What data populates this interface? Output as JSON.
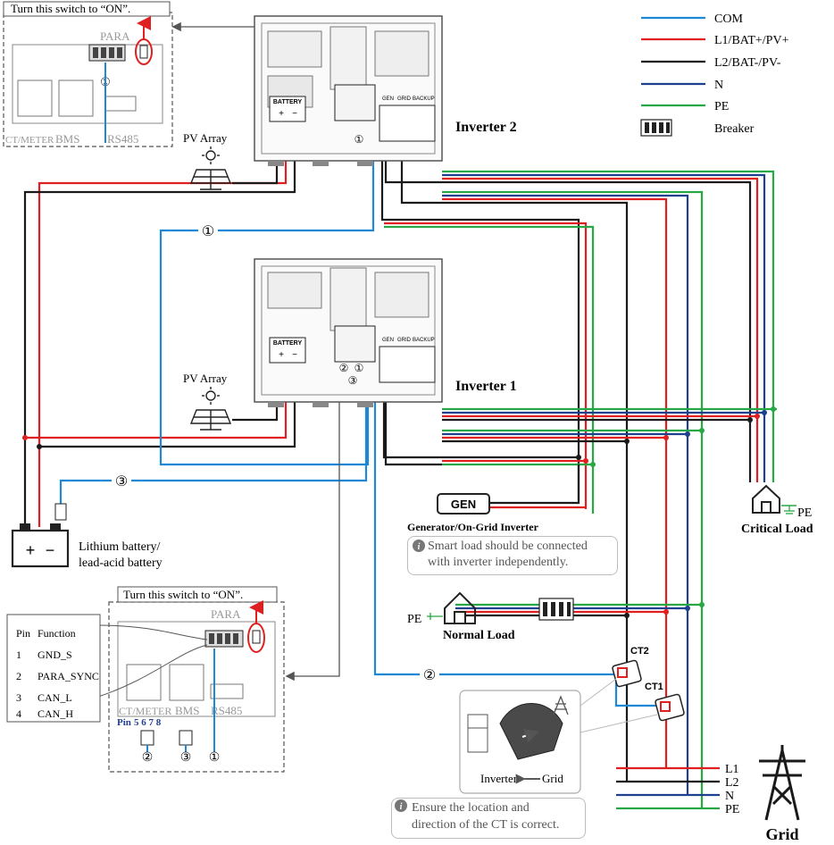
{
  "legend": {
    "items": [
      {
        "label": "COM",
        "color": "#1e88d6"
      },
      {
        "label": "L1/BAT+/PV+",
        "color": "#e02020"
      },
      {
        "label": "L2/BAT-/PV-",
        "color": "#1a1a1a"
      },
      {
        "label": "N",
        "color": "#1f3f8f"
      },
      {
        "label": "PE",
        "color": "#27a844"
      }
    ],
    "breaker_label": "Breaker"
  },
  "inverters": [
    {
      "name": "Inverter 2",
      "battery_label": "BATTERY",
      "terminal_labels": [
        "GEN",
        "GRID",
        "BACKUP"
      ]
    },
    {
      "name": "Inverter 1",
      "battery_label": "BATTERY",
      "terminal_labels": [
        "GEN",
        "GRID",
        "BACKUP"
      ]
    }
  ],
  "pv_label": "PV Array",
  "markers": {
    "one": "①",
    "two": "②",
    "three": "③"
  },
  "top_callout": {
    "title": "Turn this switch to “ON”.",
    "para_label": "PARA",
    "ct_meter_label": "CT/METER",
    "bms_label": "BMS",
    "rs485_label": "RS485"
  },
  "bottom_callout": {
    "title": "Turn this switch to “ON”.",
    "para_label": "PARA",
    "ct_meter_label": "CT/METER",
    "bms_label": "BMS",
    "rs485_label": "RS485",
    "pin_prefix": "Pin",
    "pin_numbers": "5 6 7 8"
  },
  "pin_table": {
    "header_pin": "Pin",
    "header_function": "Function",
    "rows": [
      {
        "pin": "1",
        "function": "GND_S"
      },
      {
        "pin": "2",
        "function": "PARA_SYNC"
      },
      {
        "pin": "3",
        "function": "CAN_L"
      },
      {
        "pin": "4",
        "function": "CAN_H"
      }
    ]
  },
  "battery": {
    "line1": "Lithium battery/",
    "line2": "lead-acid battery"
  },
  "generator": {
    "badge": "GEN",
    "caption": "Generator/On-Grid Inverter"
  },
  "smart_load_note": {
    "line1": "Smart load should be connected",
    "line2": "with inverter independently."
  },
  "critical_load": {
    "label": "Critical Load",
    "pe_label": "PE"
  },
  "normal_load": {
    "label": "Normal Load",
    "pe_label": "PE"
  },
  "ct": {
    "ct1": "CT1",
    "ct2": "CT2"
  },
  "ct_inset": {
    "inverter_label": "Inverter",
    "grid_label": "Grid"
  },
  "ct_note": {
    "line1": "Ensure the location and",
    "line2": "direction of the CT is correct."
  },
  "grid": {
    "lines": [
      "L1",
      "L2",
      "N",
      "PE"
    ],
    "label": "Grid"
  }
}
